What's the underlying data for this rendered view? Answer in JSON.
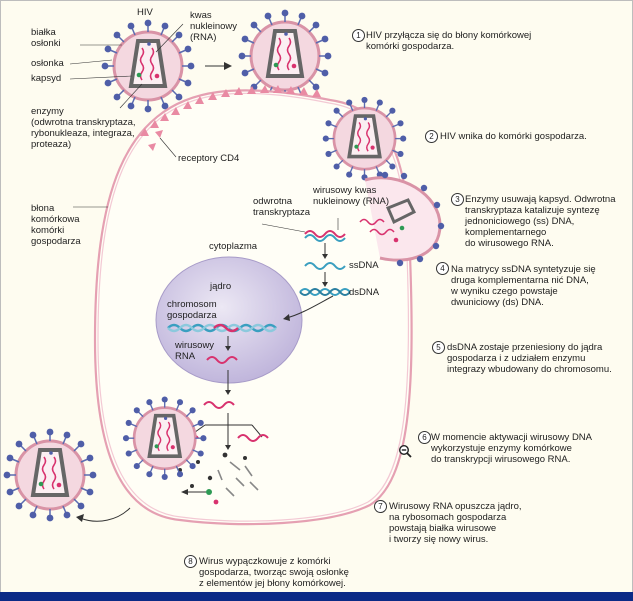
{
  "labels": {
    "hiv": "HIV",
    "bialka_oslonki": "białka\nosłonki",
    "oslonka": "osłonka",
    "kapsyd": "kapsyd",
    "kwas": "kwas\nnukleinowy\n(RNA)",
    "enzymy": "enzymy\n(odwrotna transkryptaza,\nrybonukleaza, integraza,\nproteaza)",
    "receptory": "receptory CD4",
    "blona": "błona\nkomórkowa\nkomórki\ngospodarza",
    "cytoplazma": "cytoplazma",
    "jadro": "jądro",
    "chromosom": "chromosom\ngospodarza",
    "wirusowy_rna": "wirusowy\nRNA",
    "odwrotna": "odwrotna\ntranskryptaza",
    "wirusowy_kwas": "wirusowy kwas\nnukleinowy (RNA)",
    "ssdna": "ssDNA",
    "dsdna": "dsDNA"
  },
  "steps": [
    {
      "n": "1",
      "text": "HIV przyłącza się do błony komórkowej\nkomórki gospodarza."
    },
    {
      "n": "2",
      "text": "HIV wnika do komórki gospodarza."
    },
    {
      "n": "3",
      "text": "Enzymy usuwają kapsyd. Odwrotna\ntranskryptaza katalizuje syntezę\njednoniciowego (ss) DNA,\nkomplementarnego\ndo wirusowego RNA."
    },
    {
      "n": "4",
      "text": "Na matrycy ssDNA syntetyzuje się\ndruga komplementarna nić DNA,\nw wyniku czego powstaje\ndwuniciowy (ds) DNA."
    },
    {
      "n": "5",
      "text": "dsDNA zostaje przeniesiony do jądra\ngospodarza i z udziałem enzymu\nintegrazy wbudowany do chromosomu."
    },
    {
      "n": "6",
      "text": "W momencie aktywacji wirusowy DNA\nwykorzystuje enzymy komórkowe\ndo transkrypcji wirusowego RNA."
    },
    {
      "n": "7",
      "text": "Wirusowy RNA opuszcza jądro,\nna rybosomach gospodarza\npowstają białka wirusowe\ni tworzy się nowy wirus."
    },
    {
      "n": "8",
      "text": "Wirus wypączkowuje z komórki\ngospodarza, tworząc swoją osłonkę\nz elementów jej błony komórkowej."
    }
  ],
  "colors": {
    "membrane_pink": "#e8a3b4",
    "spike_blue": "#4f5ea8",
    "capsid_gray": "#6b6b6b",
    "rna_pink": "#d8326e",
    "dna_blue": "#3a9fc0",
    "nucleus_lilac": "#c9c0e0",
    "bar": "#0b2a86"
  },
  "icons": {
    "zoom": "zoom-out-icon"
  }
}
